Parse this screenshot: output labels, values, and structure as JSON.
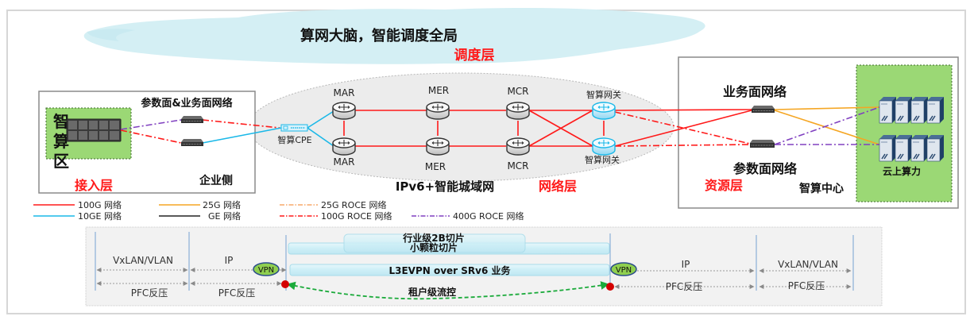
{
  "scheduling": {
    "title": "算网大脑，智能调度全局",
    "layer": "调度层"
  },
  "access": {
    "zone_label": [
      "智",
      "算",
      "区"
    ],
    "switch_group_label": "参数面&业务面网络",
    "side_label": "企业侧",
    "layer": "接入层"
  },
  "metro": {
    "cpe_label": "智算CPE",
    "nodes": {
      "mar_top": "MAR",
      "mar_bottom": "MAR",
      "mer_top": "MER",
      "mer_bottom": "MER",
      "mcr_top": "MCR",
      "mcr_bottom": "MCR",
      "gw_top": "智算网关",
      "gw_bottom": "智算网关"
    },
    "name": "IPv6+智能城域网",
    "layer": "网络层"
  },
  "datacenter": {
    "service_net": "业务面网络",
    "param_net": "参数面网络",
    "cloud_compute": "云上算力",
    "layer": "资源层",
    "name": "智算中心"
  },
  "legend": [
    {
      "label": "100G 网络",
      "color": "#ff1a1a",
      "style": "solid"
    },
    {
      "label": "10GE 网络",
      "color": "#1ab8e8",
      "style": "solid"
    },
    {
      "label": "25G 网络",
      "color": "#f5a623",
      "style": "solid"
    },
    {
      "label": "GE 网络",
      "color": "#222222",
      "style": "solid"
    },
    {
      "label": "25G ROCE 网络",
      "color": "#f7a86a",
      "style": "dashdot"
    },
    {
      "label": "100G ROCE 网络",
      "color": "#ff1a1a",
      "style": "dashdot"
    },
    {
      "label": "400G ROCE 网络",
      "color": "#8040c0",
      "style": "dashdot"
    }
  ],
  "protocol": {
    "left_outer": "VxLAN/VLAN",
    "left_ip": "IP",
    "vpn": "VPN",
    "slice_industry": "行业级2B切片",
    "slice_fine": "小颗粒切片",
    "l3evpn": "L3EVPN over SRv6 业务",
    "tenant_flow": "租户级流控",
    "right_ip": "IP",
    "right_outer": "VxLAN/VLAN",
    "pfc": "PFC反压"
  },
  "colors": {
    "red": "#ff1a1a",
    "cyan": "#1ab8e8",
    "orange": "#f5a623",
    "purple": "#8040c0",
    "green_zone": "#9bd875",
    "cloud": "#d4eff4",
    "vpn_fill": "#8fcf4f",
    "vpn_border": "#2a4c8a",
    "flow_green": "#1aaa3a"
  }
}
